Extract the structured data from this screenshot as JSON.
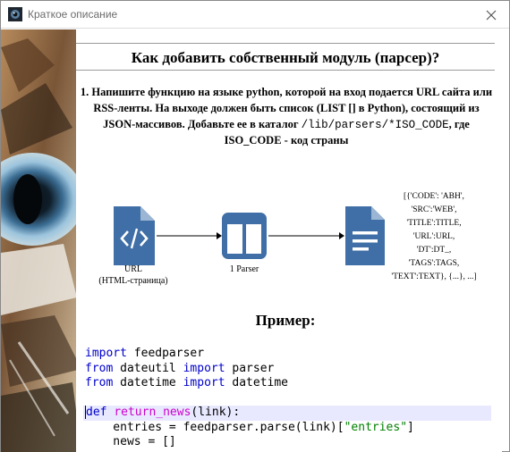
{
  "window": {
    "title": "Краткое описание",
    "icon": "app-icon",
    "close_icon": "close-icon"
  },
  "page": {
    "heading": "Как добавить собственный модуль (парсер)?",
    "step1_line1": "1. Напишите функцию на языке python, которой на вход подается URL сайта или",
    "step1_line2": "RSS-ленты. На выходе должен быть список (LIST [] в Python), состоящий из",
    "step1_line3_a": "JSON-массивов. Добавьте ее в каталог ",
    "step1_line3_path": "/lib/parsers/*ISO_CODE",
    "step1_line3_b": ", где",
    "step1_line4": "ISO_CODE - код страны",
    "example_heading": "Пример:"
  },
  "diagram": {
    "node1_icon": "code-file-icon",
    "node1_label_line1": "URL",
    "node1_label_line2": "(HTML-страница)",
    "node2_icon": "parser-columns-icon",
    "node2_label": "1 Parser",
    "node3_icon": "document-lines-icon",
    "output_lines": [
      "[{'CODE': 'ABH',",
      "'SRC':'WEB',",
      "'TITLE':TITLE,",
      "'URL':URL,",
      "'DT':DT_,",
      "'TAGS':TAGS,",
      "'TEXT':TEXT}, {...}, ...]"
    ],
    "icon_color": "#3f6fa6"
  },
  "code": {
    "line1": [
      "import",
      " feedparser"
    ],
    "line2": [
      "from",
      " dateutil ",
      "import",
      " parser"
    ],
    "line3": [
      "from",
      " datetime ",
      "import",
      " datetime"
    ],
    "line5": [
      "def",
      " ",
      "return_news",
      "(link):"
    ],
    "line6_a": "    entries = feedparser.parse(link)[",
    "line6_str": "\"entries\"",
    "line6_b": "]",
    "line7": "    news = []"
  }
}
